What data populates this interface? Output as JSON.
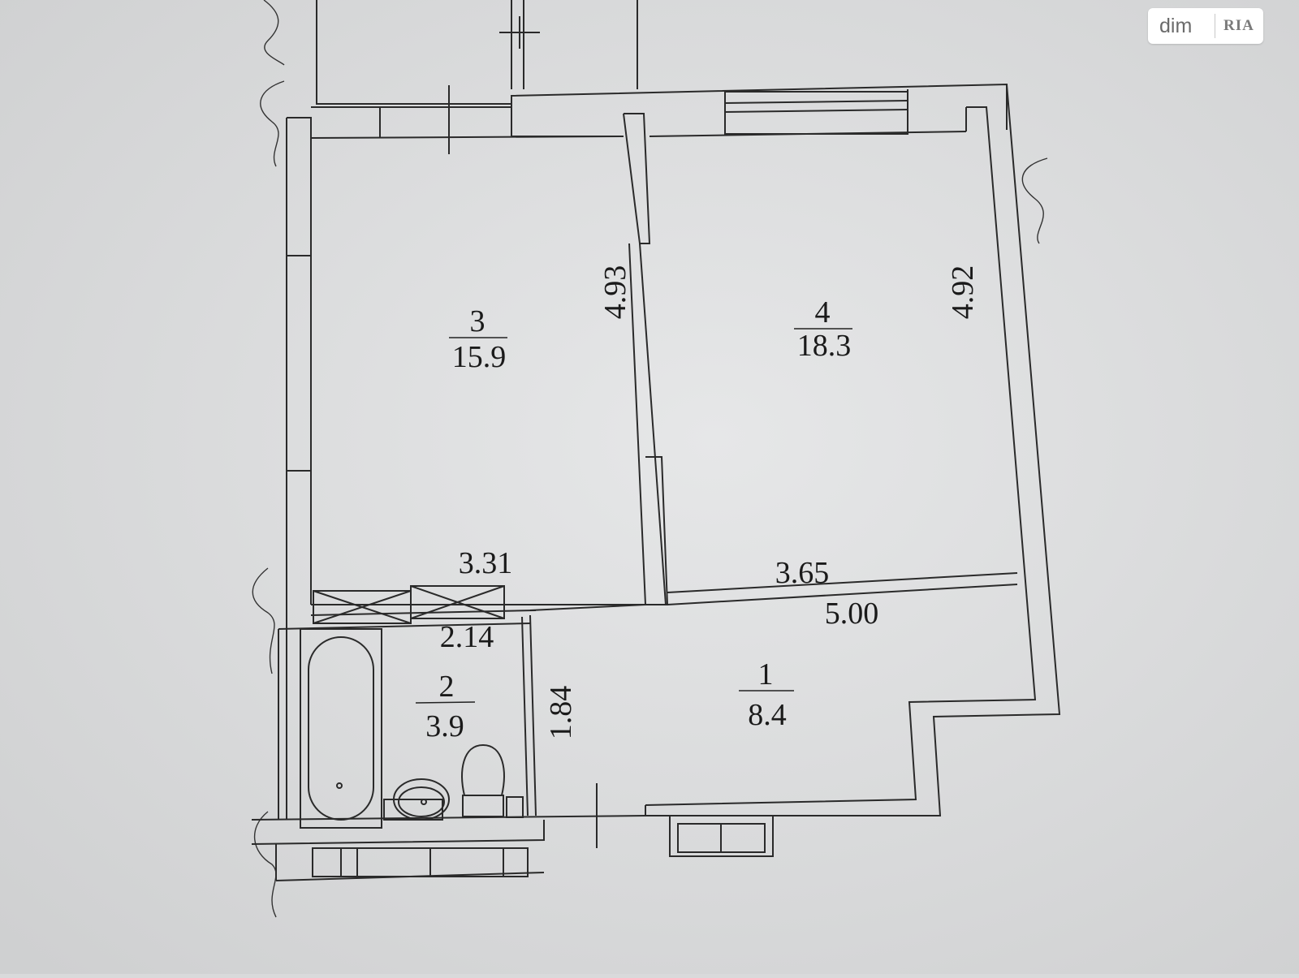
{
  "watermark": {
    "dim": "dim",
    "ria": "RIA"
  },
  "rooms": [
    {
      "id": "1",
      "area": "8.4"
    },
    {
      "id": "2",
      "area": "3.9"
    },
    {
      "id": "3",
      "area": "15.9"
    },
    {
      "id": "4",
      "area": "18.3"
    }
  ],
  "dimensions": {
    "room3_width": "3.31",
    "room3_length": "4.93",
    "room4_width": "3.65",
    "room4_length": "4.92",
    "hall_length": "5.00",
    "hall_width": "1.84",
    "bath_width": "2.14"
  }
}
